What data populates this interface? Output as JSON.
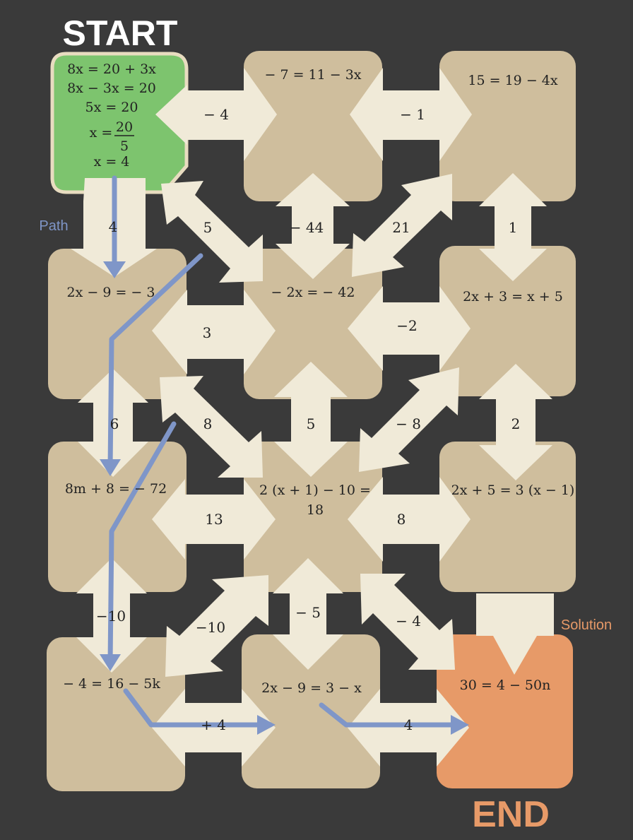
{
  "labels": {
    "start": "START",
    "end": "END",
    "path": "Path",
    "solution": "Solution"
  },
  "colors": {
    "background": "#3a3a3a",
    "tile": "#cfbe9d",
    "arrow": "#f0ead8",
    "start_tile": "#7dc46e",
    "end_tile": "#e79a68",
    "path_line": "#7f96c8",
    "start_text": "#ffffff",
    "end_text": "#e79a68"
  },
  "start_steps": [
    "8x = 20 + 3x",
    "8x − 3x = 20",
    "5x = 20",
    "x = 20/5",
    "x = 4"
  ],
  "start_fraction": {
    "lhs": "x =",
    "numerator": "20",
    "denominator": "5"
  },
  "tiles": [
    {
      "id": "r0c1",
      "text": "− 7 = 11 − 3x"
    },
    {
      "id": "r0c2",
      "text": "15 = 19 − 4x"
    },
    {
      "id": "r1c0",
      "text": "2x − 9 = − 3"
    },
    {
      "id": "r1c1",
      "text": "− 2x = − 42"
    },
    {
      "id": "r1c2",
      "text": "2x + 3 = x + 5"
    },
    {
      "id": "r2c0",
      "text": "8m + 8 = − 72"
    },
    {
      "id": "r2c1",
      "text": "2 (x + 1) − 10 =",
      "text2": "18"
    },
    {
      "id": "r2c2",
      "text": "2x + 5 = 3 (x − 1)"
    },
    {
      "id": "r3c0",
      "text": "− 4 = 16 − 5k"
    },
    {
      "id": "r3c1",
      "text": "2x − 9 = 3 − x"
    },
    {
      "id": "r3c2",
      "text": "30 = 4 − 50n"
    }
  ],
  "connections": [
    {
      "id": "h-r0-a",
      "label": "− 4"
    },
    {
      "id": "h-r0-b",
      "label": "− 1"
    },
    {
      "id": "v-c0-r0",
      "label": "4"
    },
    {
      "id": "d-r0-c0-down",
      "label": "5"
    },
    {
      "id": "v-c1-r0",
      "label": "− 44"
    },
    {
      "id": "d-r0-c1-up",
      "label": "21"
    },
    {
      "id": "v-c2-r0",
      "label": "1"
    },
    {
      "id": "h-r1-a",
      "label": "3"
    },
    {
      "id": "h-r1-b",
      "label": "−2"
    },
    {
      "id": "v-c0-r1",
      "label": "6"
    },
    {
      "id": "d-r1-c0-down",
      "label": "8"
    },
    {
      "id": "v-c1-r1",
      "label": "5"
    },
    {
      "id": "d-r1-c1-up",
      "label": "− 8"
    },
    {
      "id": "v-c2-r1",
      "label": "2"
    },
    {
      "id": "h-r2-a",
      "label": "13"
    },
    {
      "id": "h-r2-b",
      "label": "8"
    },
    {
      "id": "v-c0-r2",
      "label": "−10"
    },
    {
      "id": "d-r2-c0-up",
      "label": "−10"
    },
    {
      "id": "v-c1-r2",
      "label": "− 5"
    },
    {
      "id": "d-r2-c1-down",
      "label": "− 4"
    },
    {
      "id": "h-r3-a",
      "label": "+ 4"
    },
    {
      "id": "h-r3-b",
      "label": "4"
    }
  ]
}
